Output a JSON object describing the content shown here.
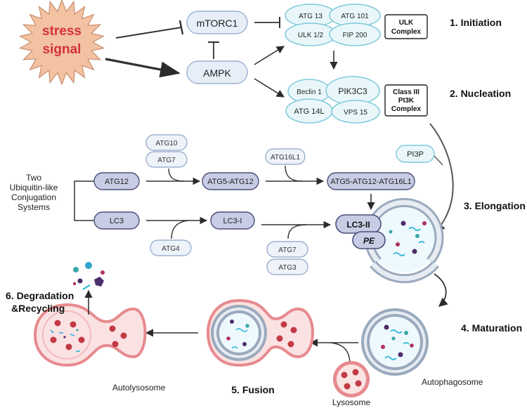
{
  "stress": {
    "line1": "stress",
    "line2": "signal"
  },
  "regulators": {
    "mtorc1": "mTORC1",
    "ampk": "AMPK"
  },
  "ulk": {
    "subunits": [
      "ATG 13",
      "ATG 101",
      "ULK 1/2",
      "FIP 200"
    ],
    "label_line1": "ULK",
    "label_line2": "Complex"
  },
  "pi3k": {
    "subunits": [
      "Beclin 1",
      "PIK3C3",
      "ATG 14L",
      "VPS 15"
    ],
    "label_line1": "Class III",
    "label_line2": "PI3K",
    "label_line3": "Complex"
  },
  "stages": {
    "initiation": "1.  Initiation",
    "nucleation": "2. Nucleation",
    "elongation": "3. Elongation",
    "maturation": "4. Maturation",
    "fusion": "5. Fusion",
    "degradation_line1": "6. Degradation",
    "degradation_line2": "&Recycling"
  },
  "conjugation": {
    "title_line1": "Two",
    "title_line2": "Ubiquitin-like",
    "title_line3": "Conjugation",
    "title_line4": "Systems",
    "atg10": "ATG10",
    "atg7_top": "ATG7",
    "atg12": "ATG12",
    "atg5_atg12": "ATG5-ATG12",
    "atg16l1": "ATG16L1",
    "atg5_atg12_atg16l1": "ATG5-ATG12-ATG16L1",
    "lc3": "LC3",
    "atg4": "ATG4",
    "lc3_i": "LC3-I",
    "atg7_bottom": "ATG7",
    "atg3": "ATG3",
    "lc3_ii": "LC3-II",
    "pe": "PE",
    "pi3p": "PI3P"
  },
  "structures": {
    "autophagosome": "Autophagosome",
    "lysosome": "Lysosome",
    "autolysosome": "Autolysosome"
  },
  "colors": {
    "pill_fill": "#e6eef8",
    "pill_stroke": "#8fa5c6",
    "complex_fill": "#eaf7fa",
    "complex_stroke": "#7ec9da",
    "conj_fill": "#c7cbe3",
    "conj_stroke": "#4b4f7a",
    "stress_fill": "#f2c1a1",
    "stress_text": "#d8343e"
  }
}
